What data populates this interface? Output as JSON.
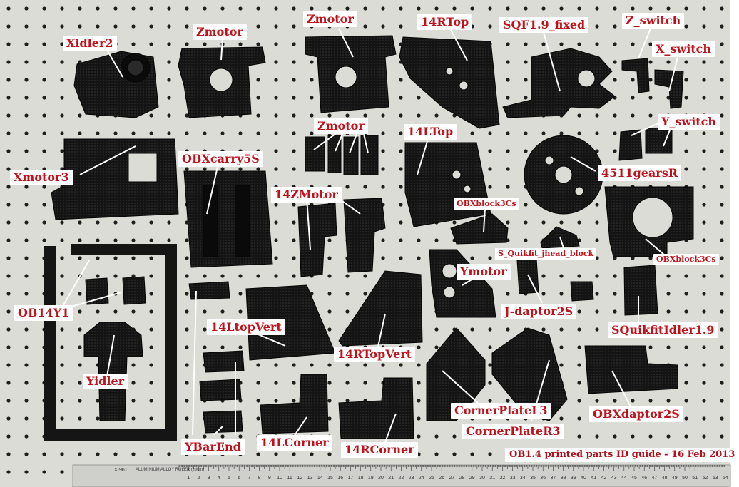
{
  "labels": {
    "xidler2": "Xidler2",
    "zmotor_a": "Zmotor",
    "zmotor_b": "Zmotor",
    "r14top": "14RTop",
    "sqf": "SQF1.9_fixed",
    "z_switch": "Z_switch",
    "x_switch": "X_switch",
    "y_switch": "Y_switch",
    "zmotor_c": "Zmotor",
    "l14top": "14LTop",
    "xmotor3": "Xmotor3",
    "obxcarry": "OBXcarry5S",
    "gears": "4511gearsR",
    "zm14": "14ZMotor",
    "obxblock_a": "OBXblock3Cs",
    "s_quikfit": "S_Quikfit_jhead_block",
    "obxblock_b": "OBXblock3Cs",
    "ymotor": "Ymotor",
    "ob14y1": "OB14Y1",
    "jdaptor": "J-daptor2S",
    "squikfit_idler": "SQuikfitIdler1.9",
    "ltopvert": "14LtopVert",
    "rtopvert": "14RTopVert",
    "yidler": "Yidler",
    "cpl3": "CornerPlateL3",
    "obxdaptor": "OBXdaptor2S",
    "cpr3": "CornerPlateR3",
    "ybarend": "YBarEnd",
    "lcorner": "14LCorner",
    "rcorner": "14RCorner",
    "caption": "OB1.4 printed parts ID guide - 16 Feb 2013"
  },
  "ruler": {
    "brand_text": "X-961",
    "caption": "ALUMINIUM ALLOY RULER (in/cm)",
    "ticks": [
      "1",
      "2",
      "3",
      "4",
      "5",
      "6",
      "7",
      "8",
      "9",
      "10",
      "11",
      "12",
      "13",
      "14",
      "15",
      "16",
      "17",
      "18",
      "19",
      "20",
      "21",
      "22",
      "23",
      "24",
      "25",
      "26",
      "27",
      "28",
      "29",
      "30",
      "31",
      "32",
      "33",
      "34",
      "35",
      "36",
      "37",
      "38",
      "39",
      "40",
      "41",
      "42",
      "43",
      "44",
      "45",
      "46",
      "47",
      "48",
      "49",
      "50",
      "51",
      "52",
      "53",
      "54"
    ]
  },
  "colors": {
    "board": "#dcdcd6",
    "hole": "#1e1e1e",
    "part": "#151515",
    "label_text": "#c0121a",
    "leader": "#ffffff"
  }
}
